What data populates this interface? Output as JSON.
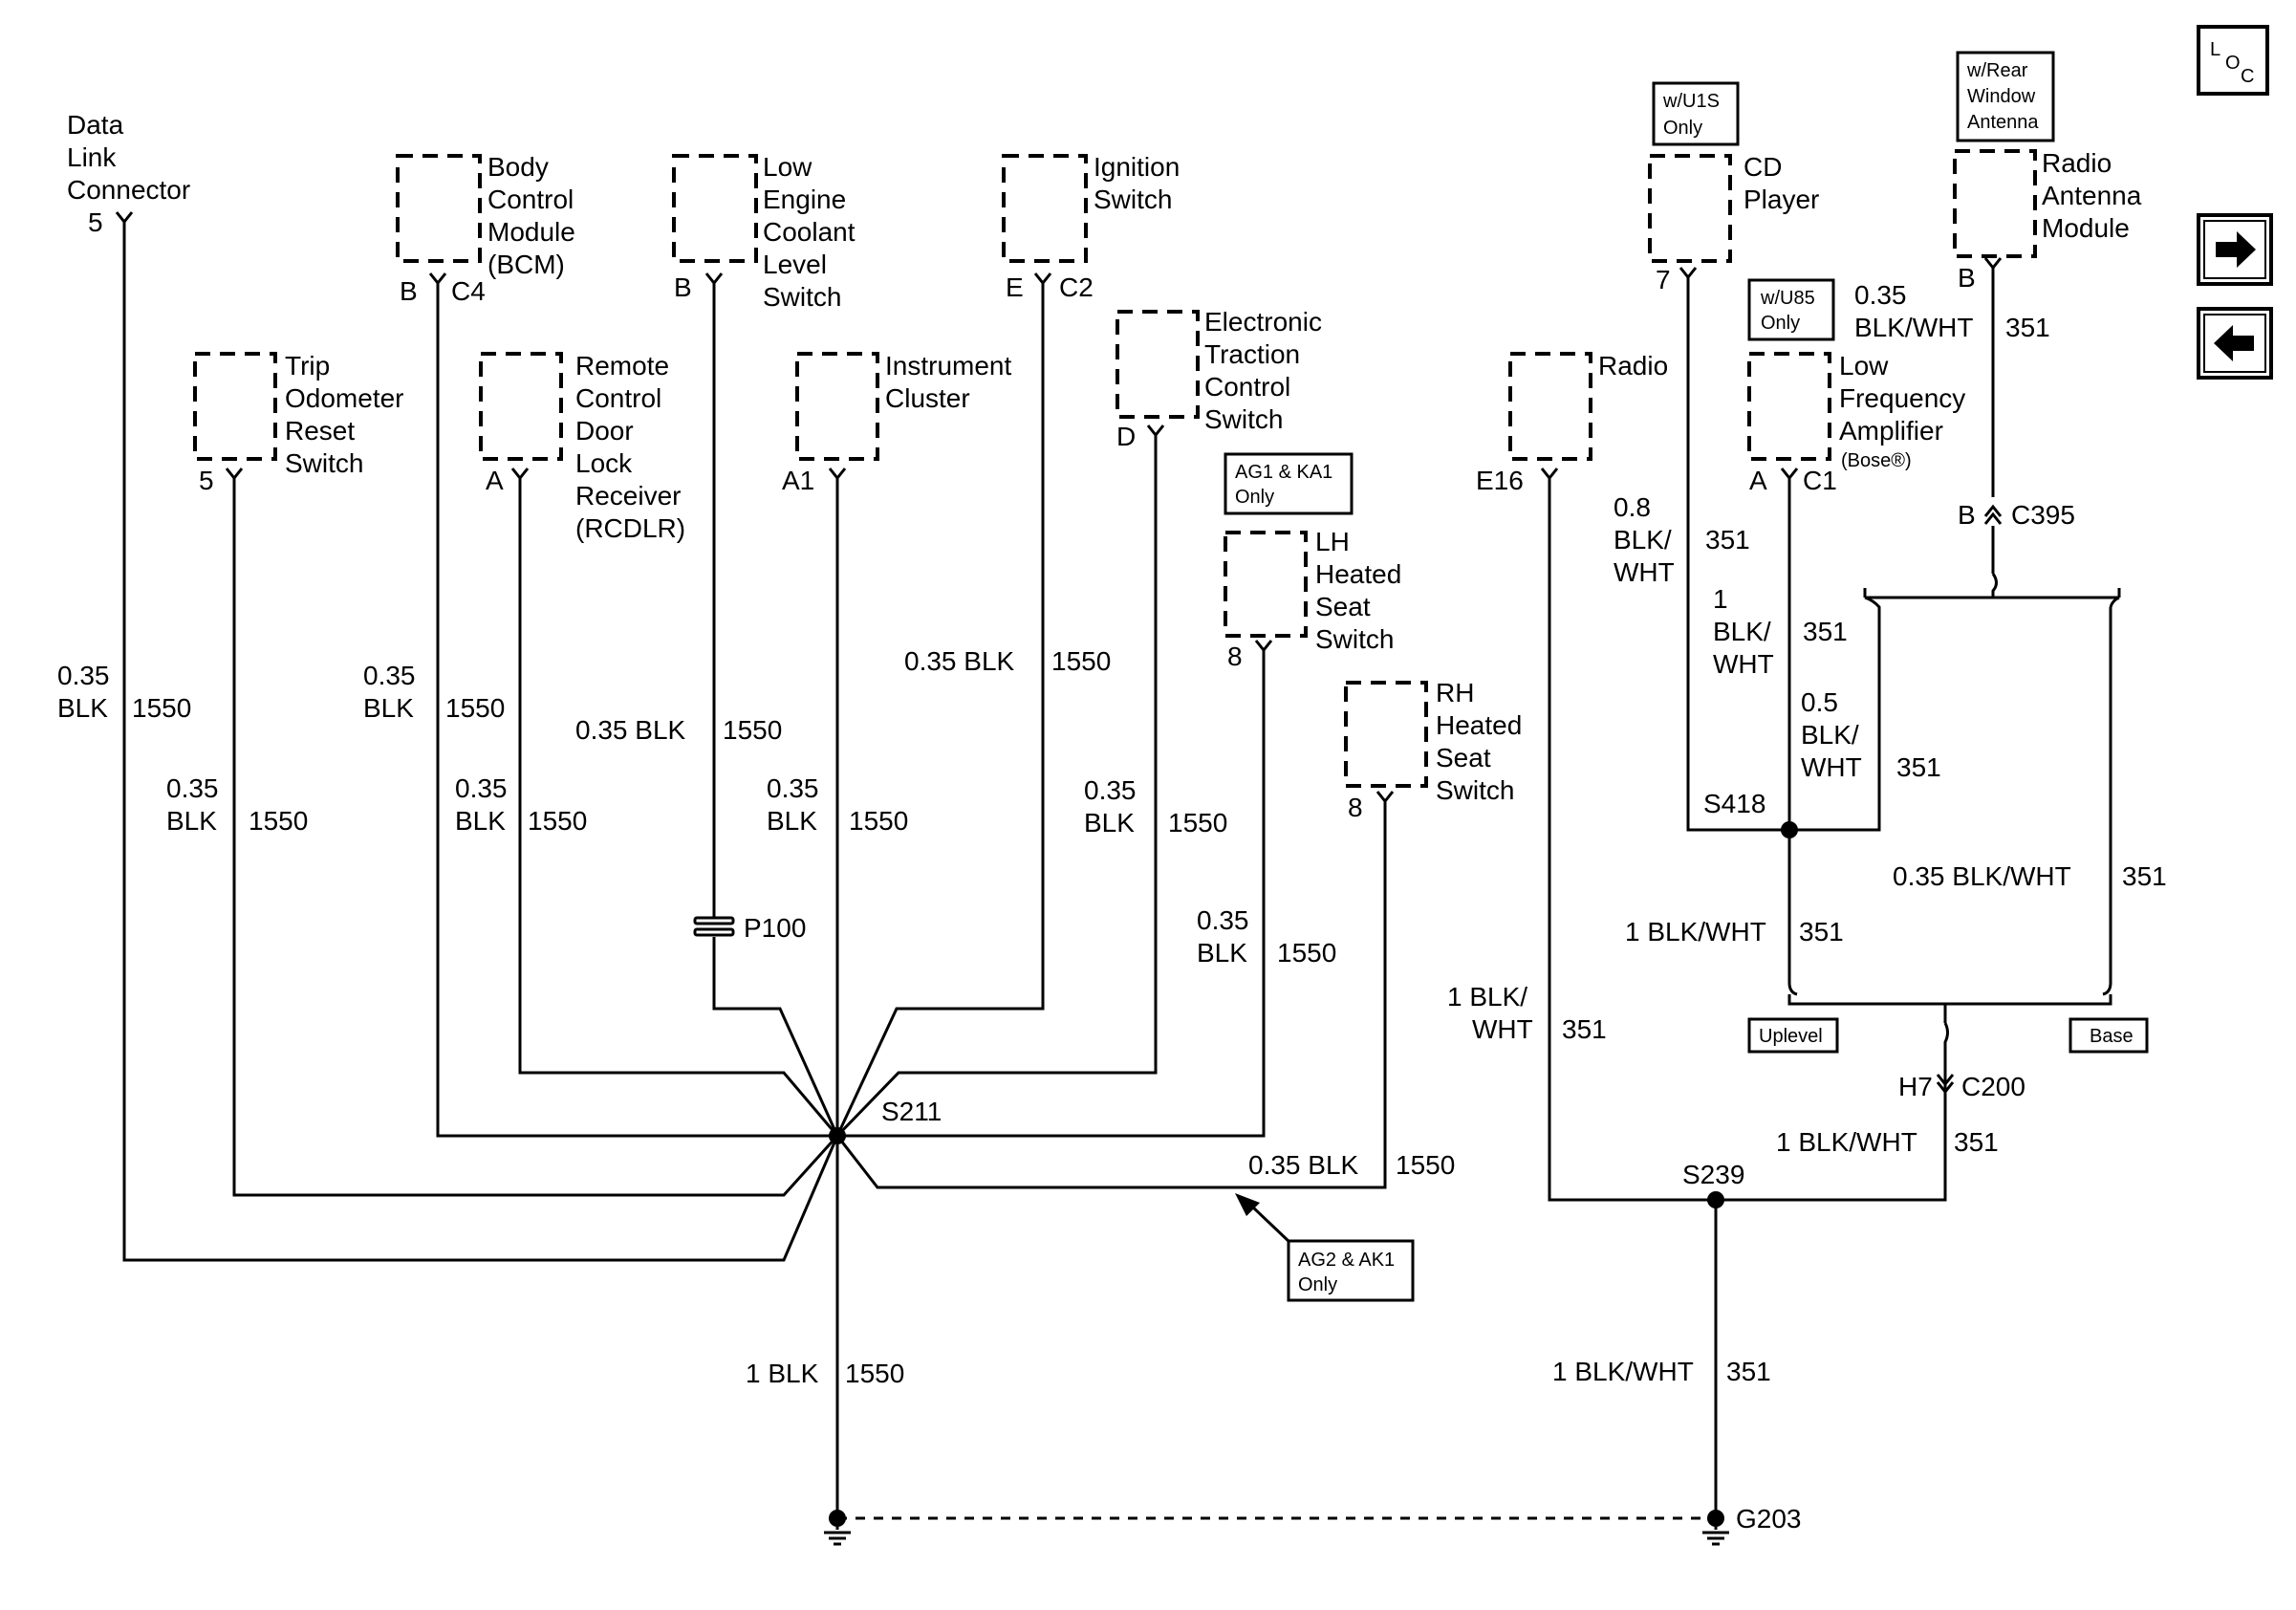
{
  "components": {
    "dlc": {
      "lines": [
        "Data",
        "Link",
        "Connector"
      ],
      "pin": "5"
    },
    "bcm": {
      "lines": [
        "Body",
        "Control",
        "Module",
        "(BCM)"
      ],
      "pins": [
        "B",
        "C4"
      ]
    },
    "lecls": {
      "lines": [
        "Low",
        "Engine",
        "Coolant",
        "Level",
        "Switch"
      ],
      "pin": "B"
    },
    "ign": {
      "lines": [
        "Ignition",
        "Switch"
      ],
      "pins": [
        "E",
        "C2"
      ]
    },
    "trip": {
      "lines": [
        "Trip",
        "Odometer",
        "Reset",
        "Switch"
      ],
      "pin": "5"
    },
    "rcdlr": {
      "lines": [
        "Remote",
        "Control",
        "Door",
        "Lock",
        "Receiver",
        "(RCDLR)"
      ],
      "pin": "A"
    },
    "ipc": {
      "lines": [
        "Instrument",
        "Cluster"
      ],
      "pin": "A1"
    },
    "etc": {
      "lines": [
        "Electronic",
        "Traction",
        "Control",
        "Switch"
      ],
      "pin": "D"
    },
    "lhseat": {
      "lines": [
        "LH",
        "Heated",
        "Seat",
        "Switch"
      ],
      "pin": "8"
    },
    "rhseat": {
      "lines": [
        "RH",
        "Heated",
        "Seat",
        "Switch"
      ],
      "pin": "8"
    },
    "radio": {
      "lines": [
        "Radio"
      ],
      "pin": "E16"
    },
    "cd": {
      "lines": [
        "CD",
        "Player"
      ],
      "pin": "7"
    },
    "amp": {
      "lines": [
        "Low",
        "Frequency",
        "Amplifier"
      ],
      "sub": "(Bose®)",
      "pins": [
        "A",
        "C1"
      ]
    },
    "ant": {
      "lines": [
        "Radio",
        "Antenna",
        "Module"
      ],
      "pin": "B"
    }
  },
  "notes": {
    "u1s": [
      "w/U1S",
      "Only"
    ],
    "rear": [
      "w/Rear",
      "Window",
      "Antenna"
    ],
    "u85": [
      "w/U85",
      "Only"
    ],
    "ag1": [
      "AG1 & KA1",
      "Only"
    ],
    "ag2": [
      "AG2 & AK1",
      "Only"
    ],
    "uplevel": "Uplevel",
    "base": "Base"
  },
  "wires": {
    "dlc": [
      "0.35",
      "BLK",
      "1550"
    ],
    "bcm": [
      "0.35",
      "BLK",
      "1550"
    ],
    "lecls": [
      "0.35 BLK",
      "1550"
    ],
    "ign": [
      "0.35 BLK",
      "1550"
    ],
    "trip": [
      "0.35",
      "BLK",
      "1550"
    ],
    "rcdlr": [
      "0.35",
      "BLK",
      "1550"
    ],
    "ipc": [
      "0.35",
      "BLK",
      "1550"
    ],
    "etc": [
      "0.35",
      "BLK",
      "1550"
    ],
    "lhseat": [
      "0.35",
      "BLK",
      "1550"
    ],
    "rhseat": [
      "0.35 BLK",
      "1550"
    ],
    "ground1": [
      "1 BLK",
      "1550"
    ],
    "radio": [
      "1 BLK/",
      "WHT",
      "351"
    ],
    "cd": [
      "0.8",
      "BLK/",
      "WHT",
      "351"
    ],
    "cd2": [
      "1",
      "BLK/",
      "WHT",
      "351"
    ],
    "amp": [
      "0.5",
      "BLK/",
      "WHT",
      "351"
    ],
    "ant": [
      "0.35",
      "BLK/WHT",
      "351"
    ],
    "base": [
      "0.35 BLK/WHT",
      "351"
    ],
    "s418": [
      "1 BLK/WHT",
      "351"
    ],
    "c200": [
      "1 BLK/WHT",
      "351"
    ],
    "ground2": [
      "1 BLK/WHT",
      "351"
    ]
  },
  "connectors": {
    "p100": "P100",
    "c395": [
      "B",
      "C395"
    ],
    "c200": [
      "H7",
      "C200"
    ]
  },
  "splices": {
    "s211": "S211",
    "s239": "S239",
    "s418": "S418"
  },
  "ground": "G203",
  "nav": {
    "loc_l": "L",
    "loc_o": "O",
    "loc_c": "C",
    "next_icon": "arrow-right-icon",
    "prev_icon": "arrow-left-icon"
  }
}
